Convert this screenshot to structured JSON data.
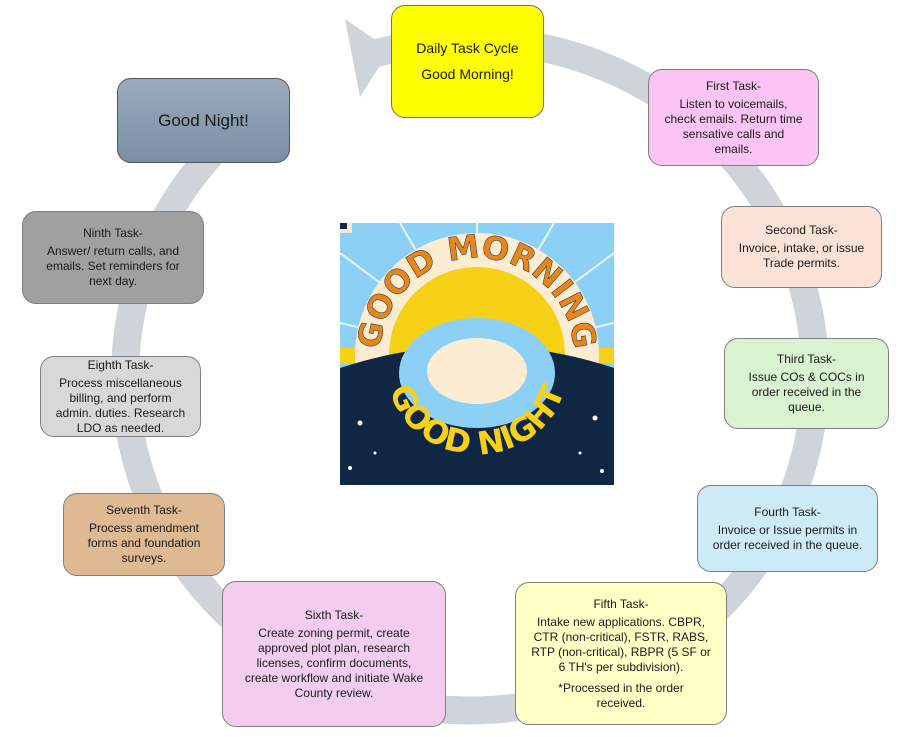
{
  "cycle": {
    "daily": {
      "line1": "Daily Task Cycle",
      "line2": "Good Morning!"
    },
    "good_night": "Good Night!",
    "tasks": [
      {
        "title": "First Task-",
        "body": "Listen to voicemails,\ncheck emails. Return time\nsensative calls and\nemails."
      },
      {
        "title": "Second Task-",
        "body": "Invoice, intake, or issue\nTrade permits."
      },
      {
        "title": "Third Task-",
        "body": "Issue COs & COCs in\norder received in the\nqueue."
      },
      {
        "title": "Fourth Task-",
        "body": "Invoice or Issue permits in\norder received in the queue."
      },
      {
        "title": "Fifth Task-",
        "body": "Intake new applications. CBPR,\nCTR (non-critical), FSTR, RABS,\nRTP (non-critical), RBPR (5 SF or\n6 TH's per subdivision).",
        "note": "*Processed in the order\nreceived."
      },
      {
        "title": "Sixth Task-",
        "body": "Create zoning permit, create\napproved plot plan, research\nlicenses, confirm documents,\ncreate workflow and initiate Wake\nCounty review."
      },
      {
        "title": "Seventh Task-",
        "body": "Process amendment\nforms and foundation\nsurveys."
      },
      {
        "title": "Eighth Task-",
        "body": "Process miscellaneous\nbilling, and perform\nadmin. duties. Research\nLDO as needed."
      },
      {
        "title": "Ninth Task-",
        "body": "Answer/ return calls, and\nemails. Set reminders for\nnext day."
      }
    ]
  },
  "artwork": {
    "top_text": "GOOD MORNING",
    "bottom_text": "GOOD NIGHT"
  },
  "colors": {
    "ring": "#cfd4db",
    "sky": "#8dd0f6",
    "night": "#0f2742",
    "sun": "#f7d117",
    "sun_core": "#e8861a",
    "lettering_orange": "#e8861a",
    "lettering_yellow": "#f7d117",
    "cream": "#fbecd2"
  }
}
